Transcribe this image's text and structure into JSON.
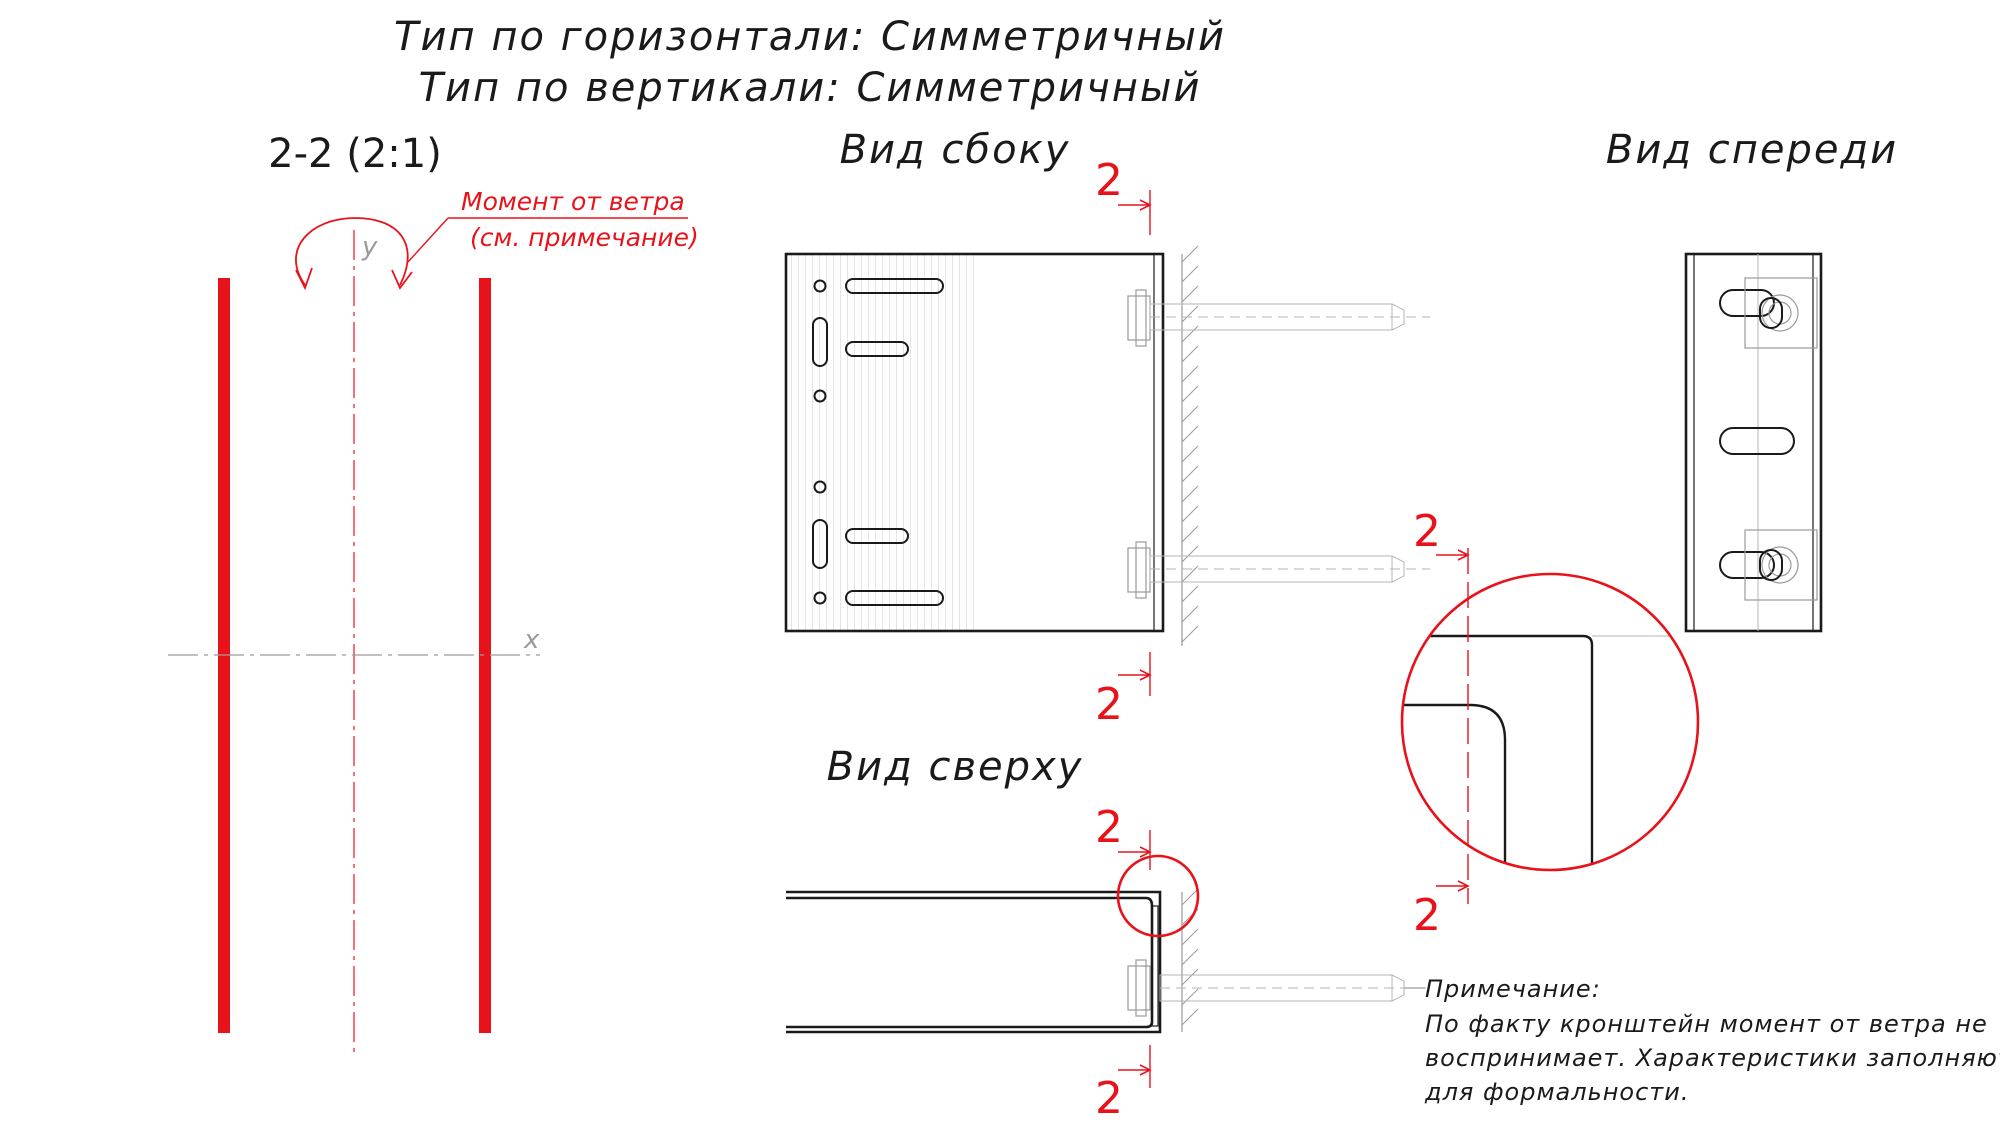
{
  "header": {
    "line1": "Тип по горизонтали: Симметричный",
    "line2": "Тип по вертикали: Симметричный"
  },
  "section": {
    "title": "2-2 (2:1)",
    "axis_y": "y",
    "axis_x": "x",
    "moment_label": "Момент от ветра",
    "moment_ref": "(см. примечание)"
  },
  "views": {
    "side": "Вид сбоку",
    "front": "Вид спереди",
    "top": "Вид сверху"
  },
  "cut_marker": "2",
  "note": {
    "title": "Примечание:",
    "line1": "По факту кронштейн момент от ветра не",
    "line2": "воспринимает. Характеристики заполняются",
    "line3": "для формальности."
  },
  "colors": {
    "accent": "#e8121b",
    "line": "#1a1a1a",
    "aux": "#9a9a9a"
  }
}
